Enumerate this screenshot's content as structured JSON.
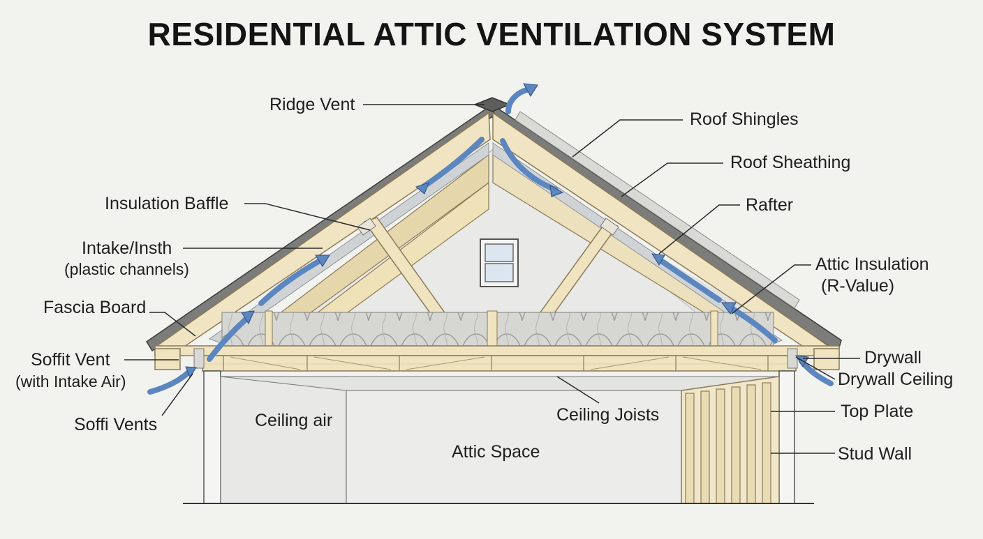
{
  "title": "RESIDENTIAL ATTIC VENTILATION SYSTEM",
  "labels": {
    "ridge_vent": "Ridge Vent",
    "roof_shingles": "Roof Shingles",
    "roof_sheathing": "Roof Sheathing",
    "rafter": "Rafter",
    "attic_insulation_line1": "Attic Insulation",
    "attic_insulation_line2": "(R-Value)",
    "drywall": "Drywall",
    "drywall_ceiling": "Drywall Ceiling",
    "top_plate": "Top Plate",
    "stud_wall": "Stud Wall",
    "insulation_baffle": "Insulation Baffle",
    "intake_line1": "Intake/Insth",
    "intake_line2": "(plastic channels)",
    "fascia_board": "Fascia Board",
    "soffit_vent_line1": "Soffit Vent",
    "soffit_vent_line2": "(with Intake Air)",
    "soffi_vents": "Soffi Vents",
    "ceiling_air": "Ceiling air",
    "ceiling_joists": "Ceiling Joists",
    "attic_space": "Attic Space"
  },
  "colors": {
    "airflow_arrow": "#5b86c0",
    "lumber": "#efe3c0",
    "lumber_dark": "#b9a77c",
    "shingles": "#6e6e6e",
    "insulation": "#cfcfcf",
    "wall": "#e7e7e4",
    "line": "#2a2a2a"
  }
}
